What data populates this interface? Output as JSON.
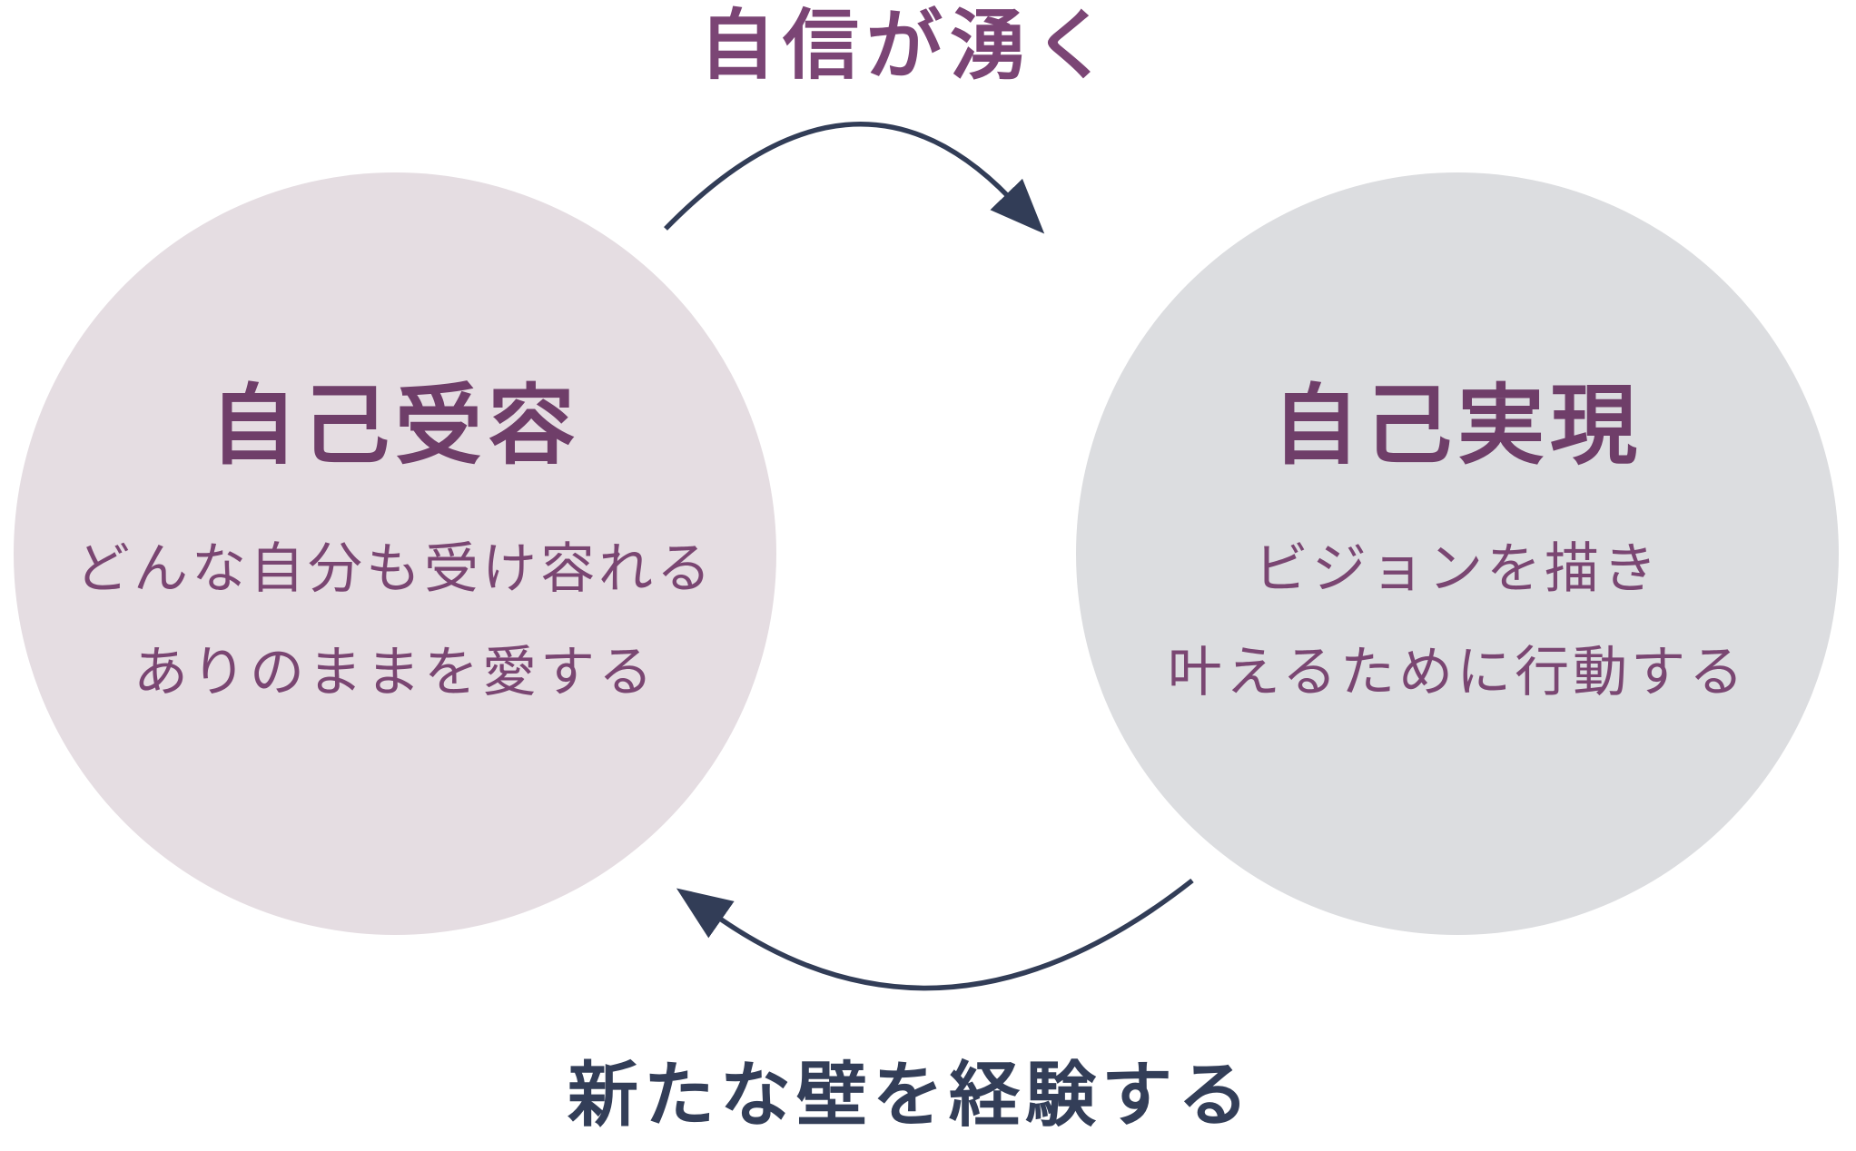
{
  "diagram": {
    "top_label": "自信が湧く",
    "bottom_label": "新たな壁を経験する",
    "left_circle": {
      "title": "自己受容",
      "lines": [
        "どんな自分も受け容れる",
        "ありのままを愛する"
      ]
    },
    "right_circle": {
      "title": "自己実現",
      "lines": [
        "ビジョンを描き",
        "叶えるために行動する"
      ]
    },
    "icons": {
      "top_arrow": "curved-arrow-right-icon",
      "bottom_arrow": "curved-arrow-left-icon"
    },
    "colors": {
      "left_circle_fill": "#e5dde2",
      "right_circle_fill": "#dcdde0",
      "circle_title_color": "#6f3e69",
      "circle_subtitle_color": "#7a4672",
      "top_label_color": "#7b4575",
      "bottom_label_color": "#333e58",
      "arrow_color": "#323d57",
      "background": "#ffffff"
    }
  }
}
